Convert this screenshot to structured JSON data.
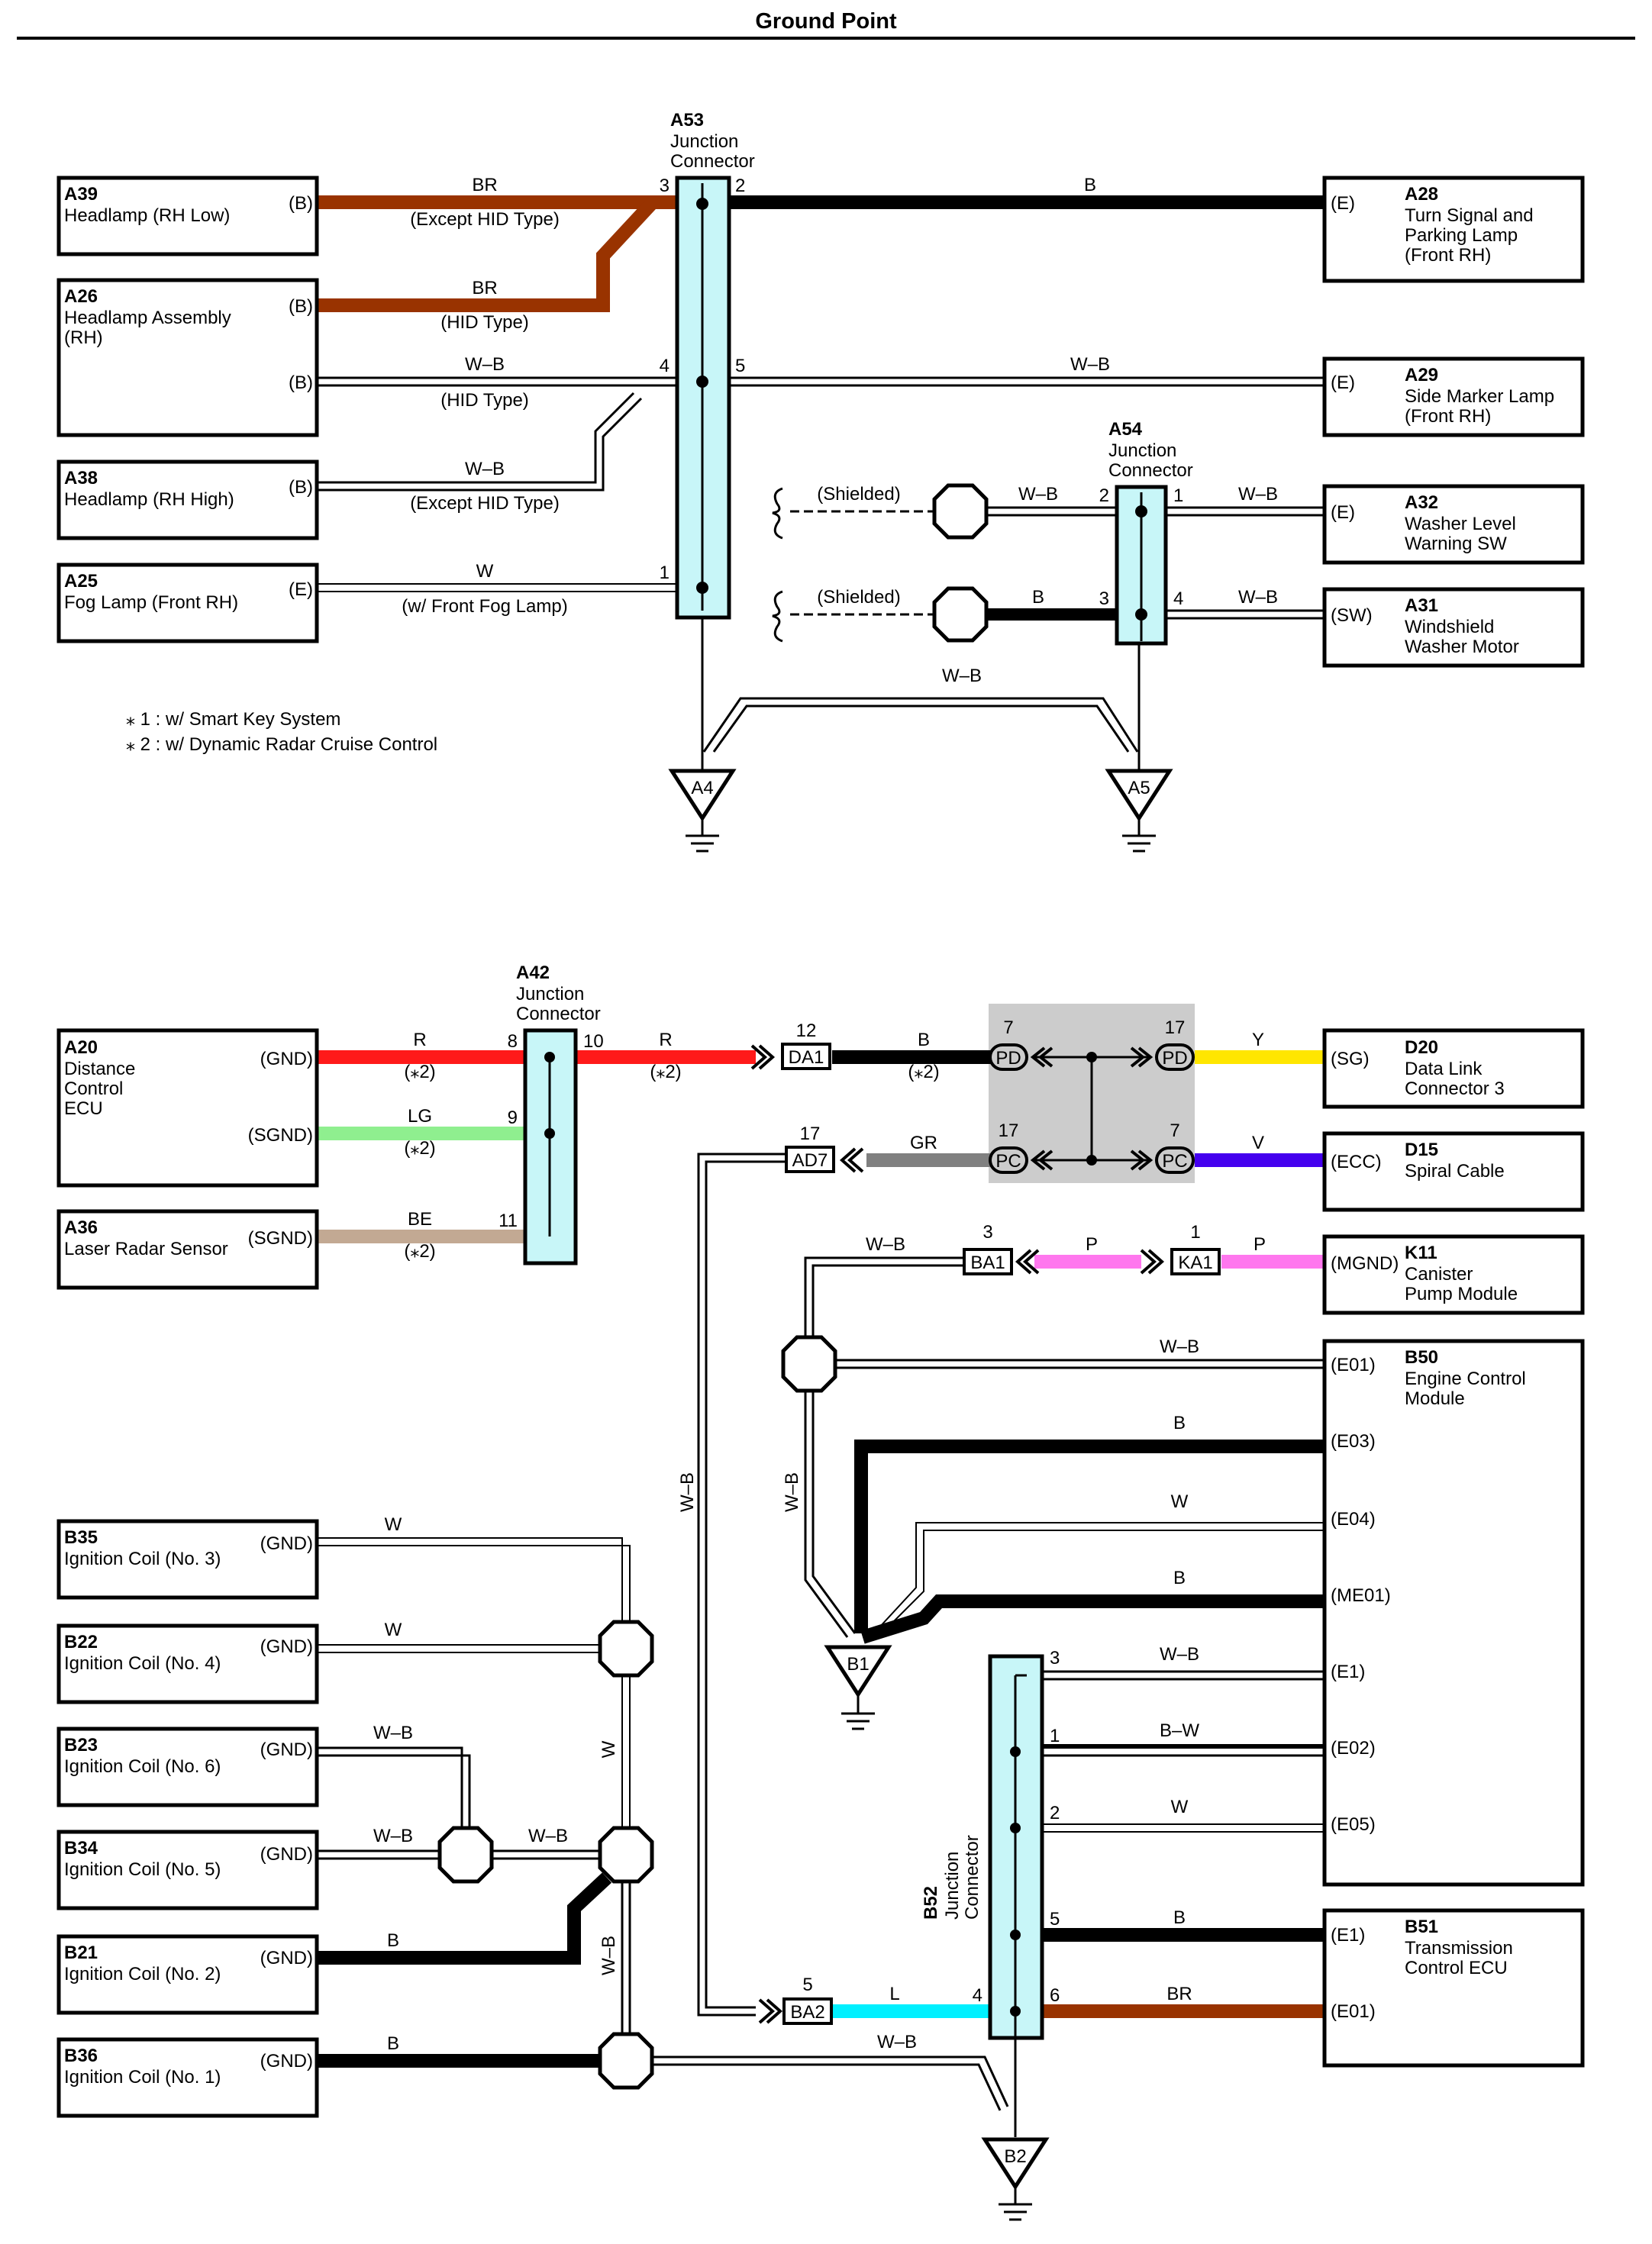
{
  "title": "Ground Point",
  "footnotes": [
    "⁎ 1 : w/ Smart Key System",
    "⁎ 2 : w/ Dynamic Radar Cruise Control"
  ],
  "components": {
    "A39": {
      "id": "A39",
      "lines": [
        "Headlamp (RH Low)"
      ],
      "pins": [
        "(B)"
      ]
    },
    "A26": {
      "id": "A26",
      "lines": [
        "Headlamp Assembly",
        "(RH)"
      ],
      "pins": [
        "(B)",
        "(B)"
      ]
    },
    "A38": {
      "id": "A38",
      "lines": [
        "Headlamp (RH High)"
      ],
      "pins": [
        "(B)"
      ]
    },
    "A25": {
      "id": "A25",
      "lines": [
        "Fog Lamp (Front RH)"
      ],
      "pins": [
        "(E)"
      ]
    },
    "A28": {
      "id": "A28",
      "lines": [
        "Turn Signal and",
        "Parking Lamp",
        "(Front RH)"
      ],
      "pins": [
        "(E)"
      ]
    },
    "A29": {
      "id": "A29",
      "lines": [
        "Side Marker Lamp",
        "(Front RH)"
      ],
      "pins": [
        "(E)"
      ]
    },
    "A32": {
      "id": "A32",
      "lines": [
        "Washer Level",
        "Warning SW"
      ],
      "pins": [
        "(E)"
      ]
    },
    "A31": {
      "id": "A31",
      "lines": [
        "Windshield",
        "Washer Motor"
      ],
      "pins": [
        "(SW)"
      ]
    },
    "A20": {
      "id": "A20",
      "lines": [
        "Distance",
        "Control",
        "ECU"
      ],
      "pins": [
        "(GND)",
        "(SGND)"
      ]
    },
    "A36": {
      "id": "A36",
      "lines": [
        "Laser Radar Sensor"
      ],
      "pins": [
        "(SGND)"
      ]
    },
    "D20": {
      "id": "D20",
      "lines": [
        "Data Link",
        "Connector 3"
      ],
      "pins": [
        "(SG)"
      ]
    },
    "D15": {
      "id": "D15",
      "lines": [
        "Spiral Cable"
      ],
      "pins": [
        "(ECC)"
      ]
    },
    "K11": {
      "id": "K11",
      "lines": [
        "Canister",
        "Pump Module"
      ],
      "pins": [
        "(MGND)"
      ]
    },
    "B50": {
      "id": "B50",
      "lines": [
        "Engine Control",
        "Module"
      ],
      "pins": [
        "(E01)",
        "(E03)",
        "(E04)",
        "(ME01)",
        "(E1)",
        "(E02)",
        "(E05)"
      ]
    },
    "B51": {
      "id": "B51",
      "lines": [
        "Transmission",
        "Control ECU"
      ],
      "pins": [
        "(E1)",
        "(E01)"
      ]
    },
    "B35": {
      "id": "B35",
      "lines": [
        "Ignition Coil (No. 3)"
      ],
      "pins": [
        "(GND)"
      ]
    },
    "B22": {
      "id": "B22",
      "lines": [
        "Ignition Coil (No. 4)"
      ],
      "pins": [
        "(GND)"
      ]
    },
    "B23": {
      "id": "B23",
      "lines": [
        "Ignition Coil (No. 6)"
      ],
      "pins": [
        "(GND)"
      ]
    },
    "B34": {
      "id": "B34",
      "lines": [
        "Ignition Coil (No. 5)"
      ],
      "pins": [
        "(GND)"
      ]
    },
    "B21": {
      "id": "B21",
      "lines": [
        "Ignition Coil (No. 2)"
      ],
      "pins": [
        "(GND)"
      ]
    },
    "B36": {
      "id": "B36",
      "lines": [
        "Ignition Coil (No. 1)"
      ],
      "pins": [
        "(GND)"
      ]
    }
  },
  "junctions": {
    "A53": {
      "id": "A53",
      "lines": [
        "Junction",
        "Connector"
      ],
      "pins": [
        "3",
        "2",
        "4",
        "5",
        "1"
      ]
    },
    "A54": {
      "id": "A54",
      "lines": [
        "Junction",
        "Connector"
      ],
      "pins": [
        "2",
        "1",
        "3",
        "4"
      ]
    },
    "A42": {
      "id": "A42",
      "lines": [
        "Junction",
        "Connector"
      ],
      "pins": [
        "8",
        "10",
        "9",
        "11"
      ]
    },
    "B52": {
      "id": "B52",
      "lines": [
        "Junction",
        "Connector"
      ],
      "pins": [
        "3",
        "1",
        "2",
        "5",
        "4",
        "6"
      ]
    }
  },
  "grounds": [
    "A4",
    "A5",
    "B1",
    "B2"
  ],
  "connectors": {
    "DA1": "DA1",
    "AD7": "AD7",
    "BA1": "BA1",
    "KA1": "KA1",
    "BA2": "BA2",
    "PD": "PD",
    "PC": "PC"
  },
  "connector_pins": {
    "DA1": "12",
    "AD7": "17",
    "BA1": "3",
    "KA1": "1",
    "BA2": "5",
    "pd_l": "7",
    "pd_r": "17",
    "pc_l": "17",
    "pc_r": "7"
  },
  "wire_labels": {
    "w1": "BR",
    "w1n": "(Except HID Type)",
    "w2": "BR",
    "w2n": "(HID Type)",
    "w3": "W–B",
    "w3n": "(HID Type)",
    "w4": "W–B",
    "w4n": "(Except HID Type)",
    "w5": "W",
    "w5n": "(w/ Front Fog Lamp)",
    "w6": "B",
    "w7": "W–B",
    "w8": "W–B",
    "w9": "W–B",
    "w10": "B",
    "w11": "W–B",
    "sh1": "(Shielded)",
    "sh2": "(Shielded)",
    "r1": "R",
    "r1n": "(⁎2)",
    "r2": "R",
    "r2n": "(⁎2)",
    "lg": "LG",
    "lgn": "(⁎2)",
    "be": "BE",
    "ben": "(⁎2)",
    "bl": "B",
    "bln": "(⁎2)",
    "y": "Y",
    "v": "V",
    "gr": "GR",
    "wb1": "W–B",
    "p1": "P",
    "p2": "P",
    "e01": "W–B",
    "e03": "B",
    "e04": "W",
    "me01": "B",
    "vwb1": "W–B",
    "vwb2": "W–B",
    "j3": "W–B",
    "j1": "B–W",
    "j2": "W",
    "j5": "B",
    "j6": "BR",
    "l": "L",
    "i35": "W",
    "i22": "W",
    "i23": "W–B",
    "i34": "W–B",
    "i34b": "W–B",
    "i21": "B",
    "i36": "B",
    "ivw": "W",
    "ivwb": "W–B",
    "ib2": "W–B"
  },
  "colors": {
    "brown": "#993300",
    "red": "#ff1a1a",
    "light_green": "#8fef8f",
    "beige": "#c2a993",
    "yellow": "#ffe600",
    "violet": "#4400ee",
    "gray": "#808080",
    "pink": "#ff77ee",
    "cyan": "#00f0ff",
    "junction_fill": "#c8f6f8",
    "shade": "#cccccc"
  }
}
